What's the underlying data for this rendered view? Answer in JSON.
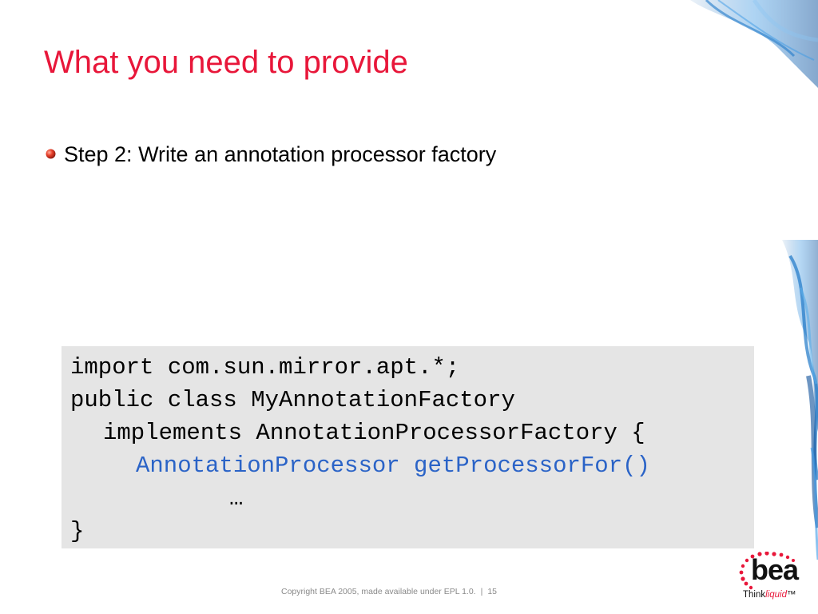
{
  "slide": {
    "title": "What you need to provide",
    "bullet": "Step 2: Write an annotation processor factory",
    "code_lines": [
      "import com.sun.mirror.apt.*;",
      "public class MyAnnotationFactory",
      "implements AnnotationProcessorFactory {",
      "AnnotationProcessor getProcessorFor()",
      "…",
      "}"
    ],
    "footer": {
      "copyright": "Copyright BEA 2005, made available under EPL 1.0.",
      "separator": "|",
      "page_number": "15"
    },
    "logo": {
      "word": "bea",
      "tag_think": "Think",
      "tag_liquid": "liquid",
      "tag_tm": "™"
    }
  },
  "colors": {
    "title": "#e8173a",
    "code_background": "#e5e5e5",
    "code_highlight": "#2a63c7",
    "footer_text": "#8a8a8a",
    "smoke": "#1e78c8"
  },
  "icons": {
    "bullet": "red-sphere-bullet-icon",
    "decoration": "blue-smoke-decoration",
    "logo": "bea-logo-icon"
  }
}
